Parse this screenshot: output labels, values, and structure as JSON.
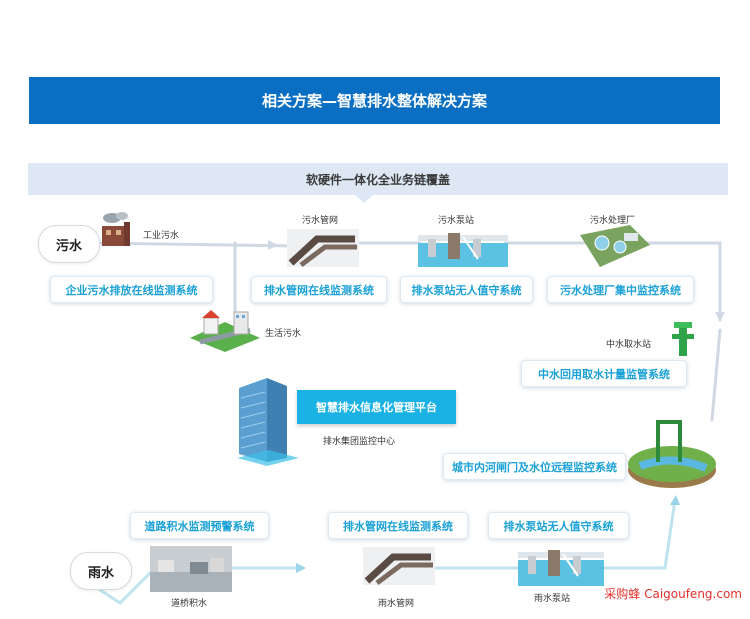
{
  "header": {
    "title": "相关方案—智慧排水整体解决方案"
  },
  "subtitle": "软硬件一体化全业务链覆盖",
  "sewage": {
    "bubble": "污水",
    "industrial_label": "工业污水",
    "pipe_label": "污水管网",
    "pump_label": "污水泵站",
    "plant_label": "污水处理厂",
    "domestic_label": "生活污水",
    "systems": [
      "企业污水排放在线监测系统",
      "排水管网在线监测系统",
      "排水泵站无人值守系统",
      "污水处理厂集中监控系统"
    ]
  },
  "reclaimed": {
    "intake_label": "中水取水站",
    "system": "中水回用取水计量监管系统"
  },
  "center": {
    "platform": "智慧排水信息化管理平台",
    "building_label": "排水集团监控中心"
  },
  "river": {
    "system": "城市内河闸门及水位远程监控系统"
  },
  "rain": {
    "bubble": "雨水",
    "road_label": "道桥积水",
    "pipe_label": "雨水管网",
    "pump_label": "雨水泵站",
    "systems": [
      "道路积水监测预警系统",
      "排水管网在线监测系统",
      "排水泵站无人值守系统"
    ]
  },
  "watermark": "采购蜂 Caigoufeng.com",
  "colors": {
    "header_blue": "#0a6fc2",
    "accent_cyan": "#1ba1d6",
    "platform_cyan": "#1ab2e4",
    "flow_line": "#cfd8e3",
    "rain_flow": "#bfe3ef"
  }
}
